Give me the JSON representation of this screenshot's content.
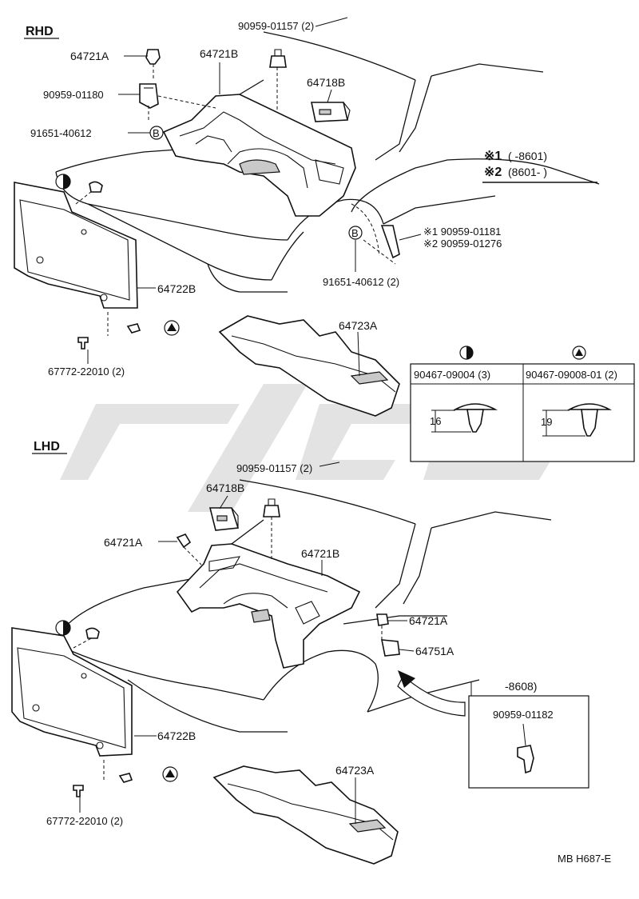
{
  "rhd": {
    "section": "RHD",
    "parts": {
      "clip_57": "90959-01157 (2)",
      "p64721A": "64721A",
      "p64721B": "64721B",
      "p64718B": "64718B",
      "p01180": "90959-01180",
      "p40612": "91651-40612",
      "p40612b": "91651-40612 (2)",
      "p64722B": "64722B",
      "p64723A": "64723A",
      "p67772": "67772-22010 (2)",
      "n1": "※1 90959-01181",
      "n2": "※2 90959-01276"
    },
    "legend": {
      "l1_mark": "※1",
      "l1_range": "(      -8601)",
      "l2_mark": "※2",
      "l2_range": "(8601-        )"
    },
    "callout_b": "B"
  },
  "clip_table": {
    "col1_header": "90467-09004 (3)",
    "col2_header": "90467-09008-01 (2)",
    "col1_dim": "16",
    "col2_dim": "19"
  },
  "lhd": {
    "section": "LHD",
    "parts": {
      "clip_57": "90959-01157 (2)",
      "p64718B": "64718B",
      "p64721A_left": "64721A",
      "p64721B": "64721B",
      "p64721A_right": "64721A",
      "p64751A": "64751A",
      "p64722B": "64722B",
      "p64723A": "64723A",
      "p67772": "67772-22010 (2)"
    },
    "inset": {
      "range": "-8608)",
      "part": "90959-01182"
    }
  },
  "footer": {
    "code": "MB  H687-E"
  },
  "icons": [
    "half-circle-icon",
    "triangle-icon",
    "b-callout-icon",
    "watermark-logo"
  ]
}
